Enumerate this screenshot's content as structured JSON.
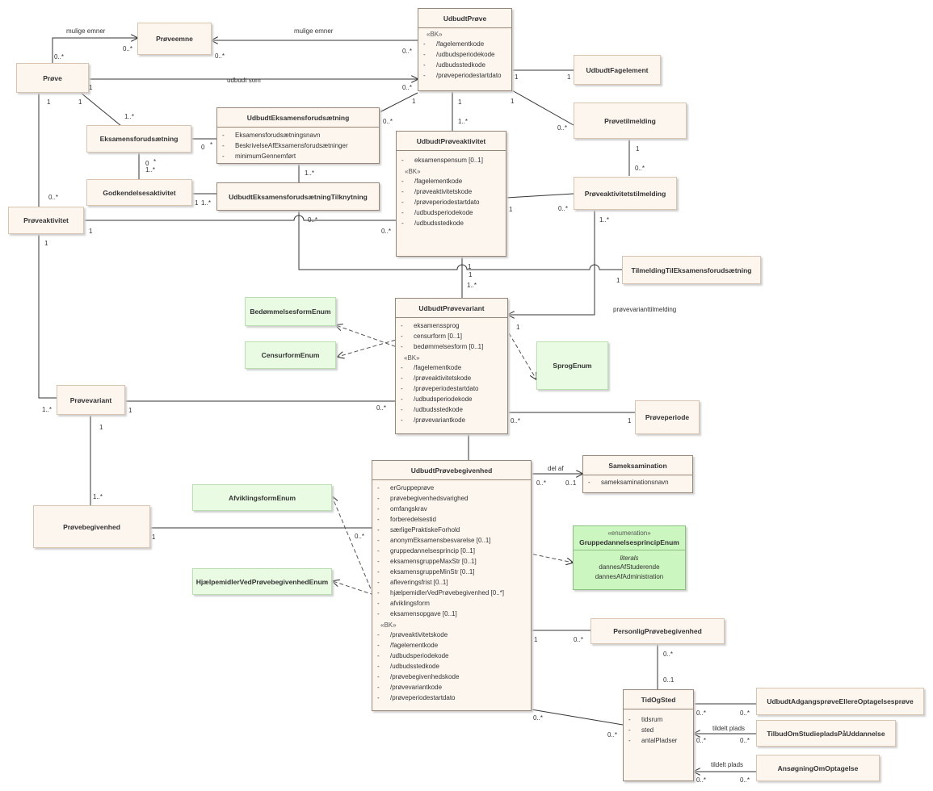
{
  "classes": {
    "proeveemne": "Prøveemne",
    "proeve": "Prøve",
    "udbudtproeve": {
      "title": "UdbudtPrøve",
      "stereotype": "«BK»",
      "attrs": [
        "/fagelementkode",
        "/udbudsperiodekode",
        "/udbudsstedkode",
        "/prøveperiodestartdato"
      ]
    },
    "udbudtfagelement": "UdbudtFagelement",
    "proevetilmelding": "Prøvetilmelding",
    "eksamensforudsaetning": "Eksamensforudsætning",
    "udbudteksamensforudsaetning": {
      "title": "UdbudtEksamensforudsætning",
      "attrs": [
        "Eksamensforudsætningsnavn",
        "BeskrivelseAfEksamensforudsætninger",
        "minimumGennemført"
      ]
    },
    "godkendelsesaktivitet": "Godkendelsesaktivitet",
    "udbudteksamensforudsaetningtilknytning": "UdbudtEksamensforudsætningTilknytning",
    "udbudtproeveaktivitet": {
      "title": "UdbudtPrøveaktivitet",
      "attrs": [
        "eksamenspensum [0..1]"
      ],
      "stereotype": "«BK»",
      "bk_attrs": [
        "/fagelementkode",
        "/prøveaktivitetskode",
        "/prøveperiodestartdato",
        "/udbudsperiodekode",
        "/udbudsstedkode"
      ]
    },
    "proeveaktivitetstilmelding": "Prøveaktivitetstilmelding",
    "proeveaktivitet": "Prøveaktivitet",
    "tilmeldingtileksamensforudsaetning": "TilmeldingTilEksamensforudsætning",
    "bedoemmelsesformenum": "BedømmelsesformEnum",
    "censurformenum": "CensurformEnum",
    "udbudtproevevariant": {
      "title": "UdbudtPrøvevariant",
      "attrs": [
        "eksamenssprog",
        "censurform [0..1]",
        "bedømmelsesform [0..1]"
      ],
      "stereotype": "«BK»",
      "bk_attrs": [
        "/fagelementkode",
        "/prøveaktivitetskode",
        "/prøveperiodestartdato",
        "/udbudsperiodekode",
        "/udbudsstedkode",
        "/prøvevariantkode"
      ]
    },
    "sprogenum": "SprogEnum",
    "proevevariant": "Prøvevariant",
    "proeveperiode": "Prøveperiode",
    "sameksamination": {
      "title": "Sameksamination",
      "attrs": [
        "sameksaminationsnavn"
      ]
    },
    "afviklingsformenum": "AfviklingsformEnum",
    "proevebegivenhed": "Prøvebegivenhed",
    "udbudtproevebegivenhed": {
      "title": "UdbudtPrøvebegivenhed",
      "attrs": [
        "erGruppeprøve",
        "prøvebegivenhedsvarighed",
        "omfangskrav",
        "forberedelsestid",
        "særligePraktiskeForhold",
        "anonymEksamensbesvarelse [0..1]",
        "gruppedannelsesprincip [0..1]",
        "eksamensgruppeMaxStr [0..1]",
        "eksamensgruppeMinStr [0..1]",
        "afleveringsfrist [0..1]",
        "hjælpemidlerVedPrøvebegivenhed [0..*]",
        "afviklingsform",
        "eksamensopgave [0..1]"
      ],
      "stereotype": "«BK»",
      "bk_attrs": [
        "/prøveaktivitetskode",
        "/fagelementkode",
        "/udbudsperiodekode",
        "/udbudsstedkode",
        "/prøvebegivenhedskode",
        "/prøvevariantkode",
        "/prøveperiodestartdato"
      ]
    },
    "gruppedannelsesprincipenum": {
      "stereotype": "«enumeration»",
      "title": "GruppedannelsesprincipEnum",
      "section": "literals",
      "literals": [
        "dannesAfStuderende",
        "dannesAfAdministration"
      ]
    },
    "hjaelpemidlerenum": "HjælpemidlerVedPrøvebegivenhedEnum",
    "personligproevebegivenhed": "PersonligPrøvebegivenhed",
    "tidogsted": {
      "title": "TidOgSted",
      "attrs": [
        "tidsrum",
        "sted",
        "antalPladser"
      ]
    },
    "udbudtadgangsproeve": "UdbudtAdgangsprøveEllereOptagelsesprøve",
    "tilbudomstudieplads": "TilbudOmStudiepladsPåUddannelse",
    "ansoegningomoptagelse": "AnsøgningOmOptagelse"
  },
  "labels": {
    "mulige_emner_left": "mulige emner",
    "mulige_emner_top": "mulige emner",
    "udbudt_som": "udbudt som",
    "proevevarianttilmelding": "prøvevarianttilmelding",
    "del_af": "del af",
    "tildelt_plads_1": "tildelt plads",
    "tildelt_plads_2": "tildelt plads"
  },
  "multiplicities": {
    "m1": "0..*",
    "m2": "0..*",
    "m3": "0..*",
    "m4": "0..*",
    "m5": "1",
    "m6": "0..*",
    "m7": "1",
    "m8": "1",
    "m9": "0..*",
    "m10": "1",
    "m11": "1",
    "m12": "1",
    "m13": "1..*",
    "m14": "0..*",
    "m15": "1",
    "m16": "1..*",
    "m17": "0",
    "m18": "*",
    "m19": "0",
    "m20": "*",
    "m21": "1..*",
    "m22": "1",
    "m23": "0..*",
    "m24": "1..*",
    "m25": "1",
    "m26": "1..*",
    "m27": "1",
    "m28": "0..*",
    "m29": "1",
    "m30": "0..*",
    "m31": "1",
    "m32": "0..*",
    "m33": "0..*",
    "m34": "1",
    "m35": "1",
    "m36": "1",
    "m37": "1..*",
    "m38": "1",
    "m39": "1..*",
    "m40": "1",
    "m41": "0..*",
    "m42": "0..*",
    "m43": "1",
    "m44": "1",
    "m45": "1..*",
    "m46": "1",
    "m47": "1..*",
    "m48": "0..*",
    "m49": "0..1",
    "m50": "1",
    "m51": "0..*",
    "m52": "1",
    "m53": "0..*",
    "m54": "0..*",
    "m55": "0..1",
    "m56": "0..*",
    "m57": "0..*",
    "m58": "0..*",
    "m59": "0..*",
    "m60": "0..*",
    "m61": "0..*",
    "m62": "0..*",
    "m63": "0..*"
  }
}
